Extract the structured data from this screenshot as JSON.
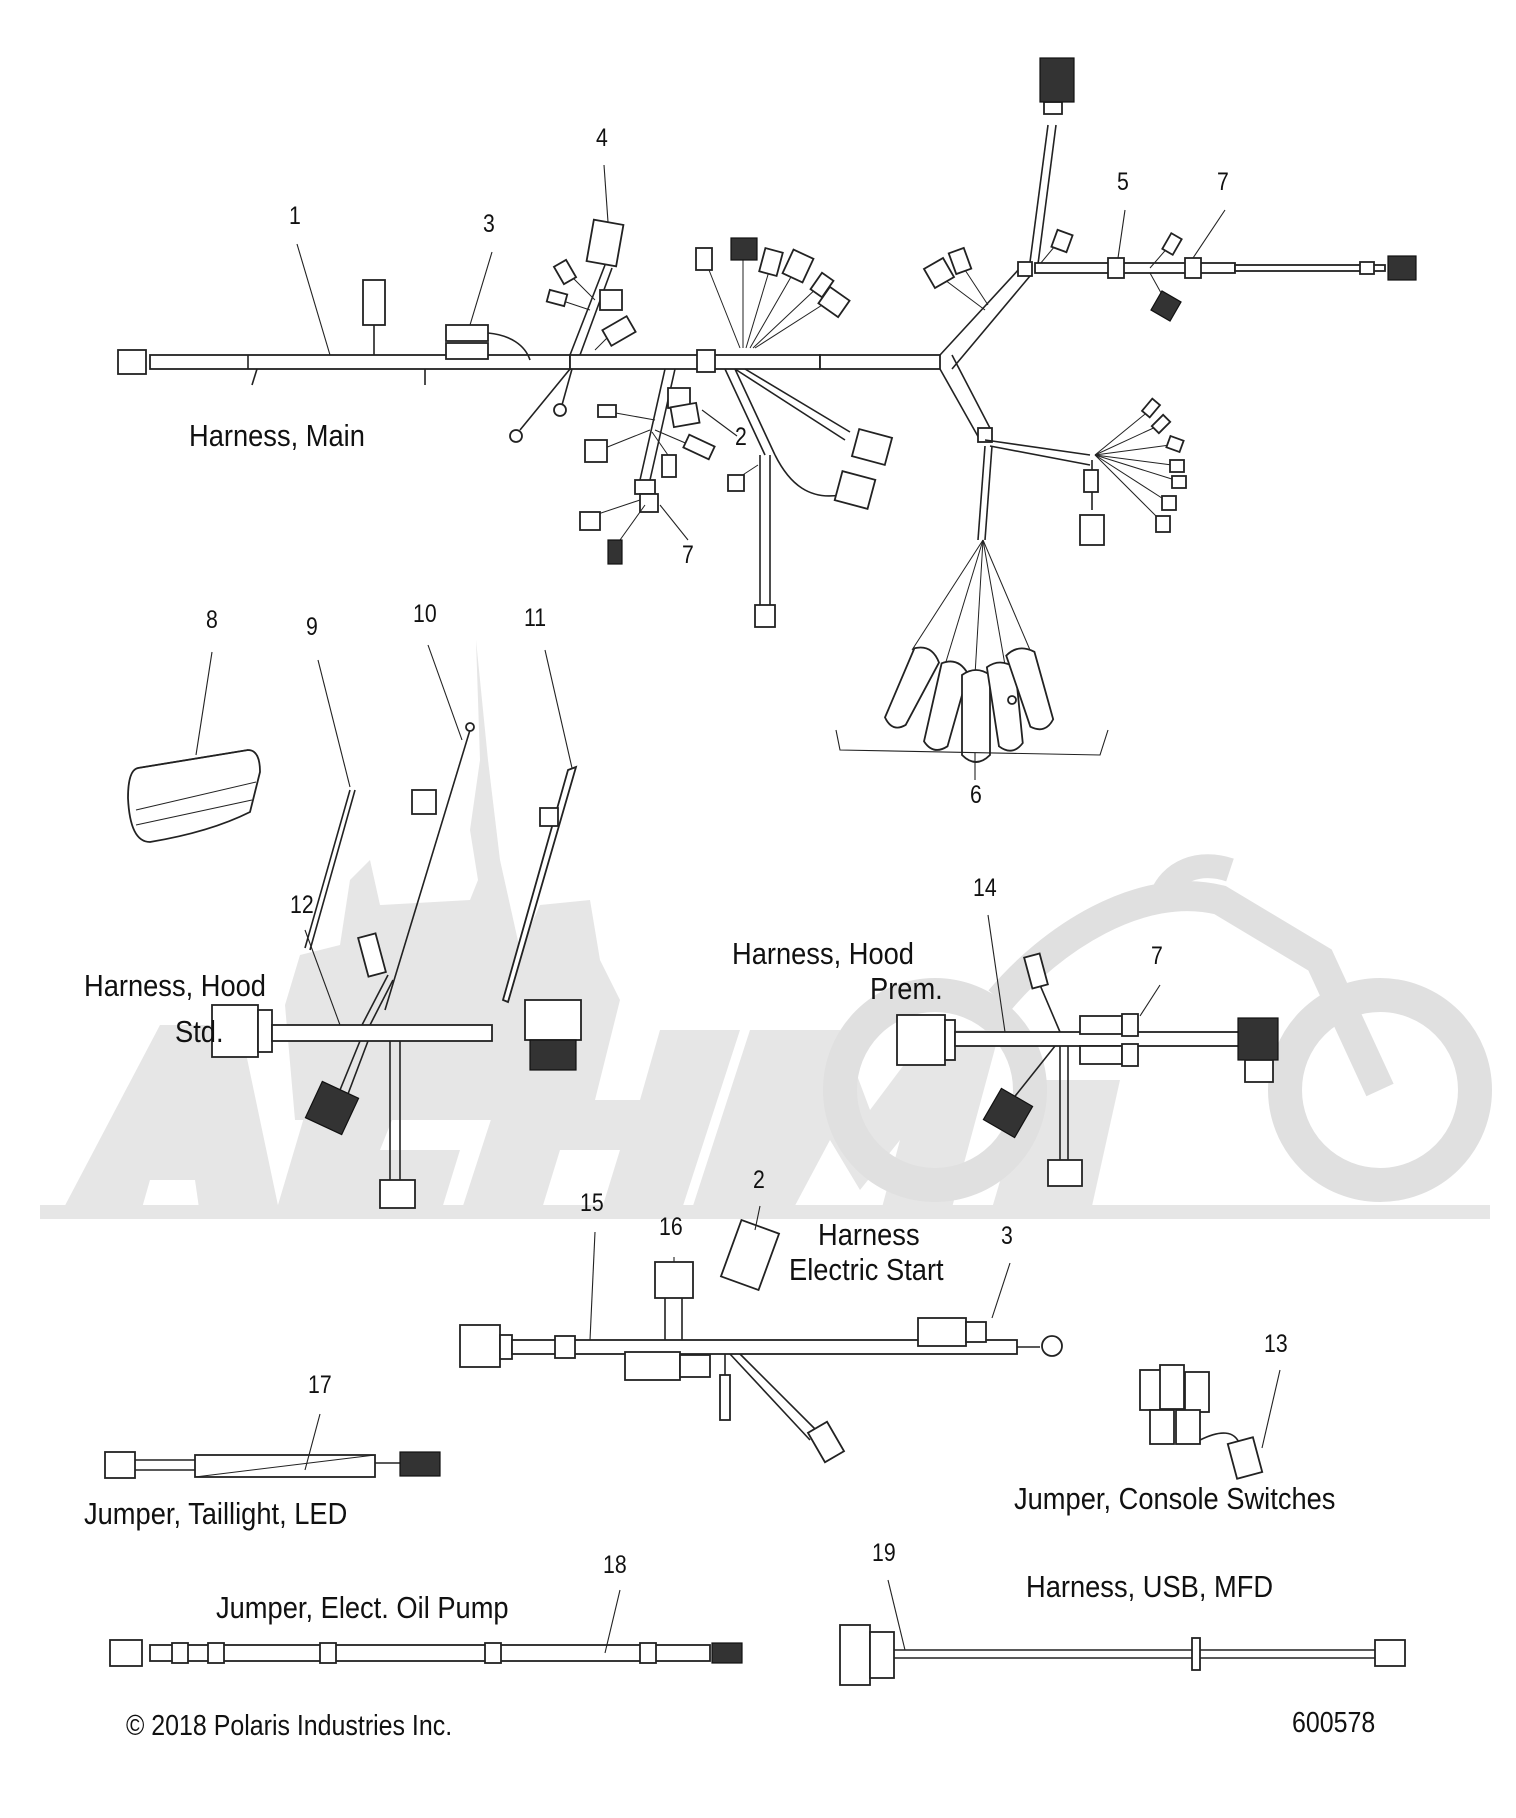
{
  "diagram": {
    "title": "Electrical Harnesses Parts Diagram",
    "watermark": "AGHM",
    "assemblies": [
      {
        "name": "Harness, Main",
        "callouts": [
          "1",
          "2",
          "3",
          "4",
          "5",
          "6",
          "7"
        ]
      },
      {
        "name_line1": "Harness, Hood",
        "name_line2": "Std.",
        "callout": "12"
      },
      {
        "name_line1": "Harness, Hood",
        "name_line2": "Prem.",
        "callout": "14"
      },
      {
        "name_line1": "Harness",
        "name_line2": "Electric Start",
        "callout": "15"
      },
      {
        "name": "Jumper, Taillight, LED",
        "callout": "17"
      },
      {
        "name": "Jumper, Console Switches",
        "callout": "13"
      },
      {
        "name": "Jumper, Elect. Oil Pump",
        "callout": "18"
      },
      {
        "name": "Harness, USB, MFD",
        "callout": "19"
      }
    ],
    "callouts": {
      "main_1": "1",
      "main_3": "3",
      "main_4": "4",
      "main_5": "5",
      "main_7_top": "7",
      "main_2": "2",
      "main_7_low": "7",
      "part_8": "8",
      "part_9": "9",
      "part_10": "10",
      "part_11": "11",
      "part_6": "6",
      "hood_std_12": "12",
      "hood_prem_14": "14",
      "hood_prem_7": "7",
      "estart_15": "15",
      "estart_16": "16",
      "estart_2": "2",
      "estart_3": "3",
      "console_13": "13",
      "taillight_17": "17",
      "oilpump_18": "18",
      "usb_19": "19"
    },
    "labels": {
      "main": "Harness, Main",
      "hood_std_1": "Harness, Hood",
      "hood_std_2": "Std.",
      "hood_prem_1": "Harness, Hood",
      "hood_prem_2": "Prem.",
      "estart_1": "Harness",
      "estart_2": "Electric Start",
      "taillight": "Jumper, Taillight, LED",
      "console": "Jumper, Console Switches",
      "oilpump": "Jumper, Elect. Oil Pump",
      "usb": "Harness, USB, MFD"
    },
    "footer": {
      "copyright": "© 2018 Polaris Industries Inc.",
      "drawing_number": "600578"
    }
  }
}
